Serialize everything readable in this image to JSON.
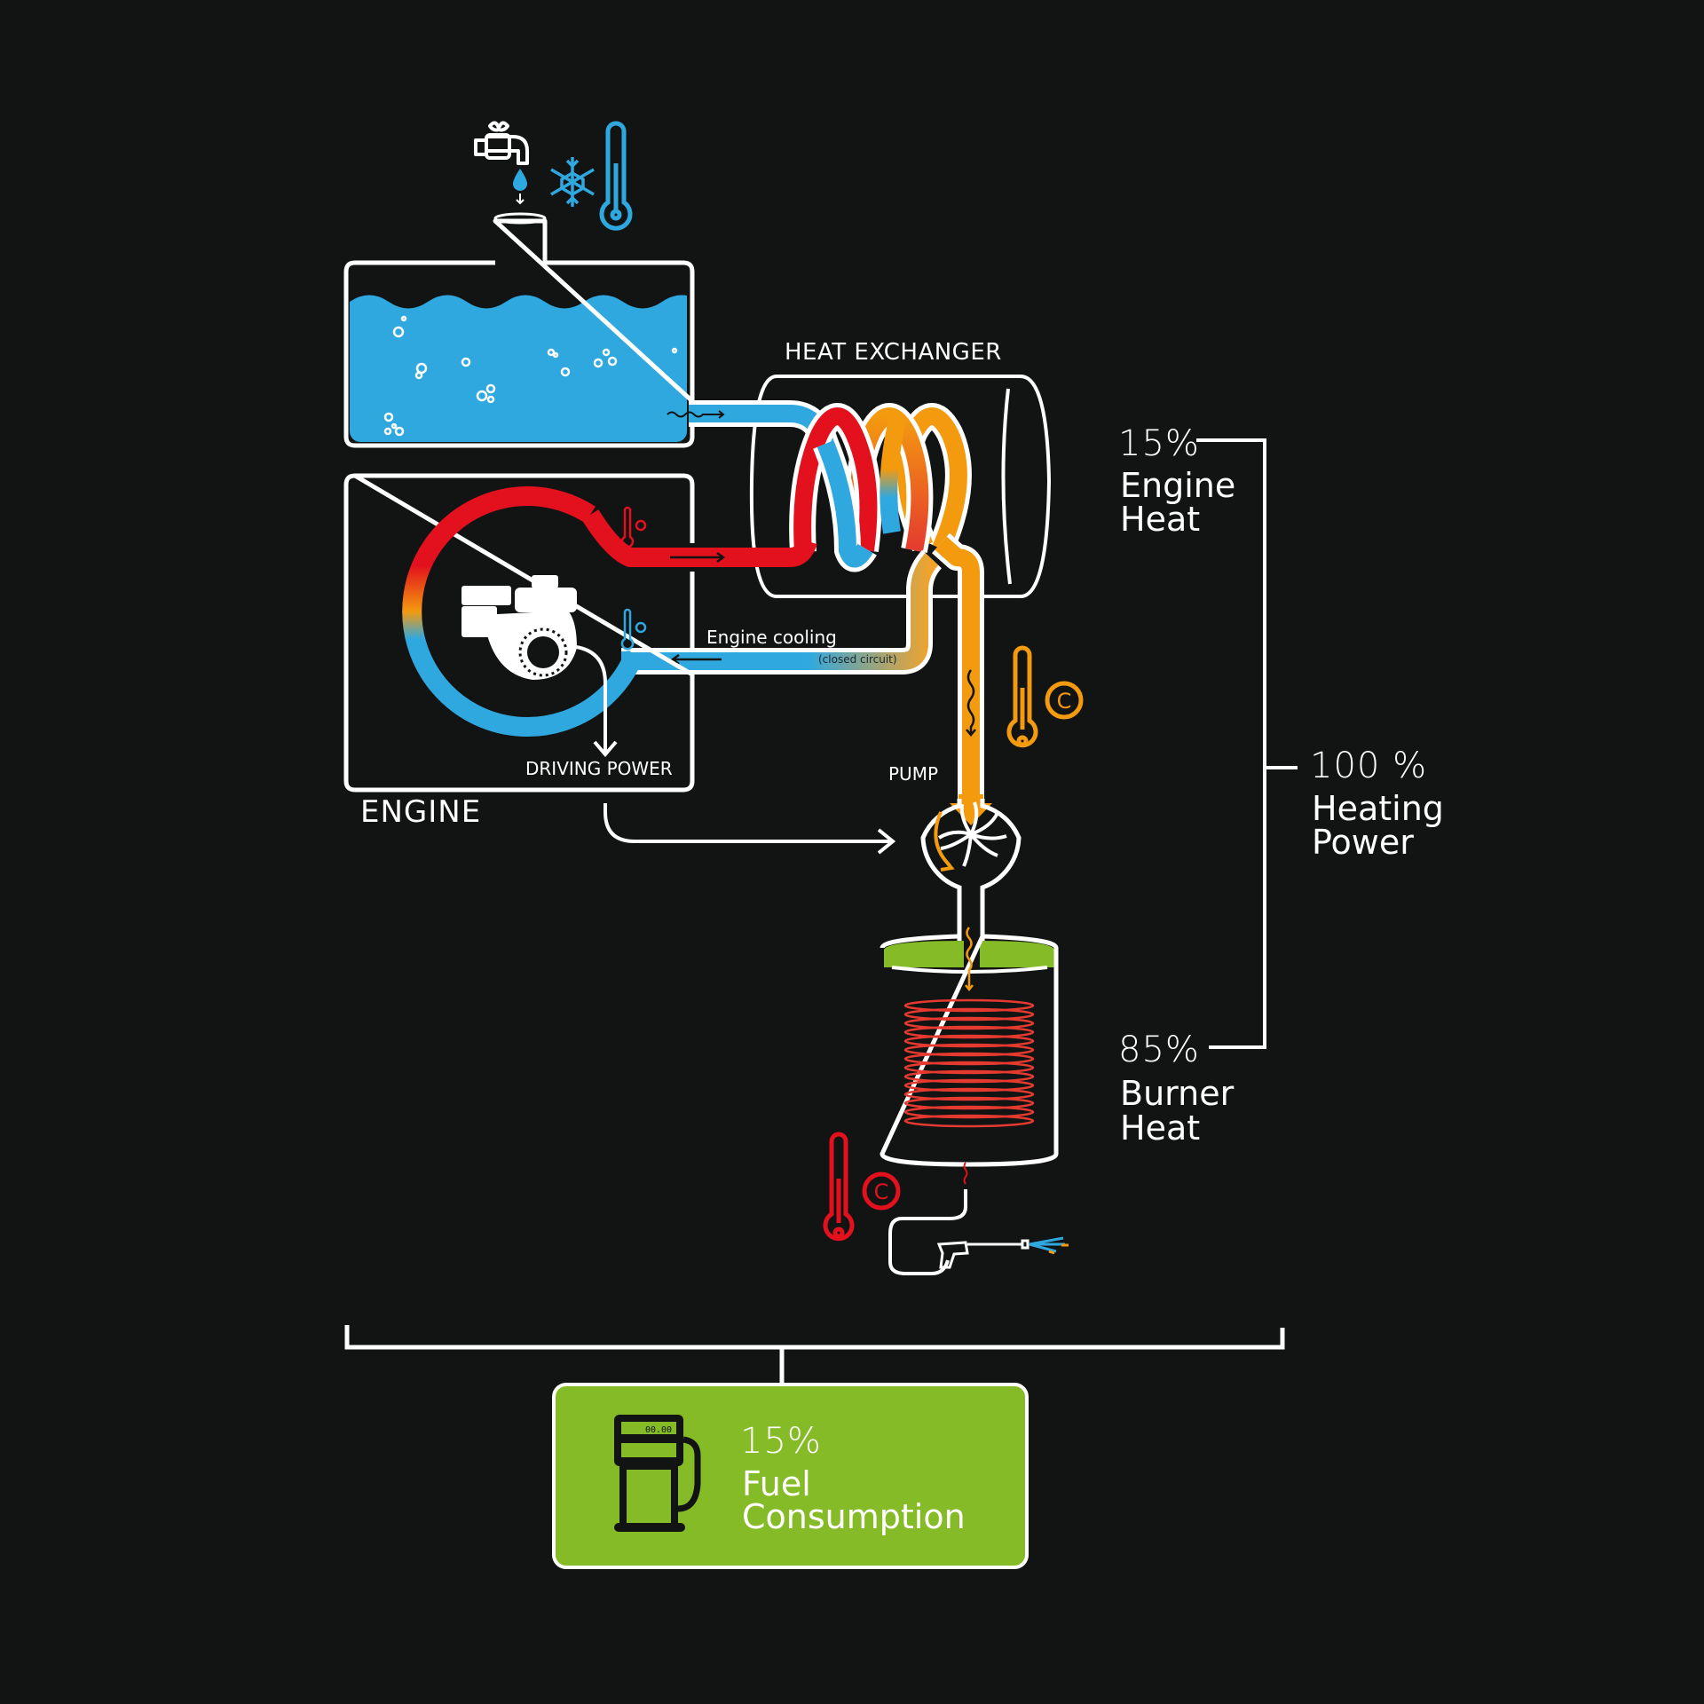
{
  "diagram": {
    "title": "Heating power flow of a hot-water pressure washer",
    "colors": {
      "background": "#121313",
      "outline": "#ffffff",
      "cold_water": "#2fa8e0",
      "hot_red": "#e3101d",
      "warm_orange": "#f39a0f",
      "fuel_green": "#84bb27",
      "coil_red": "#e53a2f"
    },
    "labels": {
      "heat_exchanger": "HEAT EXCHANGER",
      "engine": "ENGINE",
      "driving_power": "DRIVING POWER",
      "engine_cooling": "Engine cooling",
      "closed_circuit": "(closed circuit)",
      "pump": "PUMP"
    },
    "icons": {
      "tap": "water-tap-icon",
      "drop": "water-drop-icon",
      "snowflake": "snowflake-icon",
      "cold_thermometer": "thermometer-cold-icon",
      "engine": "engine-icon",
      "pump_impeller": "pump-impeller-icon",
      "burner_coil": "burner-coil-icon",
      "spray_gun": "spray-gun-icon",
      "fuel_pump": "fuel-pump-icon",
      "celsius": "C"
    },
    "stats": {
      "engine_heat": {
        "value": "15%",
        "line1": "Engine",
        "line2": "Heat"
      },
      "heating_power": {
        "value": "100 %",
        "line1": "Heating",
        "line2": "Power"
      },
      "burner_heat": {
        "value": "85%",
        "line1": "Burner",
        "line2": "Heat"
      },
      "fuel_consumption": {
        "value": "15%",
        "line1": "Fuel",
        "line2": "Consumption",
        "display": "00.00"
      }
    }
  }
}
